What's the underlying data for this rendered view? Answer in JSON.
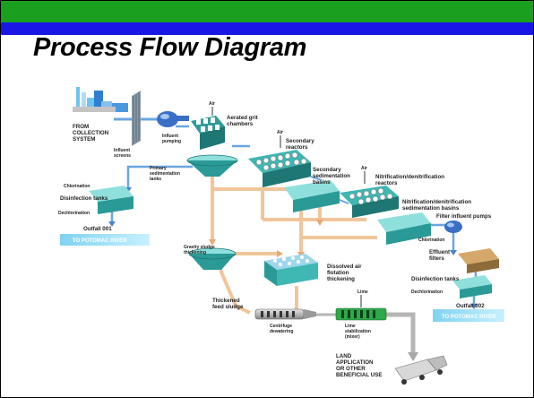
{
  "slide": {
    "title": "Process Flow Diagram",
    "colors": {
      "top_bar": "#1aa01e",
      "sub_bar": "#1a17e6",
      "tank": "#3fb7b3",
      "pipe_sludge": "#f1c59a",
      "pipe_water": "#6aa6e0"
    }
  },
  "diagram": {
    "labels": {
      "from_collection": "FROM COLLECTION SYSTEM",
      "influent_screens": "Influent screens",
      "influent_pumping": "Influent pumping",
      "air1": "Air",
      "aerated_grit": "Aerated grit chambers",
      "air2": "Air",
      "secondary_reactors": "Secondary reactors",
      "primary_sed": "Primary sedimentation tanks",
      "secondary_sed": "Secondary sedimentation basins",
      "air3": "Air",
      "nitrification_reactors": "Nitrification/denitrification reactors",
      "chlorination1": "Chlorination",
      "disinfection1": "Disinfection tanks",
      "dechlorination1": "Dechlorination",
      "outfall1": "Outfall 001",
      "river1": "TO POTOMAC RIVER",
      "nitrification_basins": "Nitrification/denitrification sedimentation basins",
      "filter_pumps": "Filter influent pumps",
      "gravity_thickening": "Gravity sludge thickening",
      "chlorination2": "Chlorination",
      "effluent_filters": "Effluent filters",
      "daf": "Dissolved air flotation thickening",
      "disinfection2": "Disinfection tanks",
      "dechlorination2": "Dechlorination",
      "outfall2": "Outfall 002",
      "river2": "TO POTOMAC RIVER",
      "thickened_sludge": "Thickened feed sludge",
      "lime": "Lime",
      "centrifuge": "Centrifuge dewatering",
      "lime_stab": "Lime stabilization (mixer)",
      "land_app": "LAND APPLICATION OR OTHER BENEFICIAL USE"
    }
  }
}
